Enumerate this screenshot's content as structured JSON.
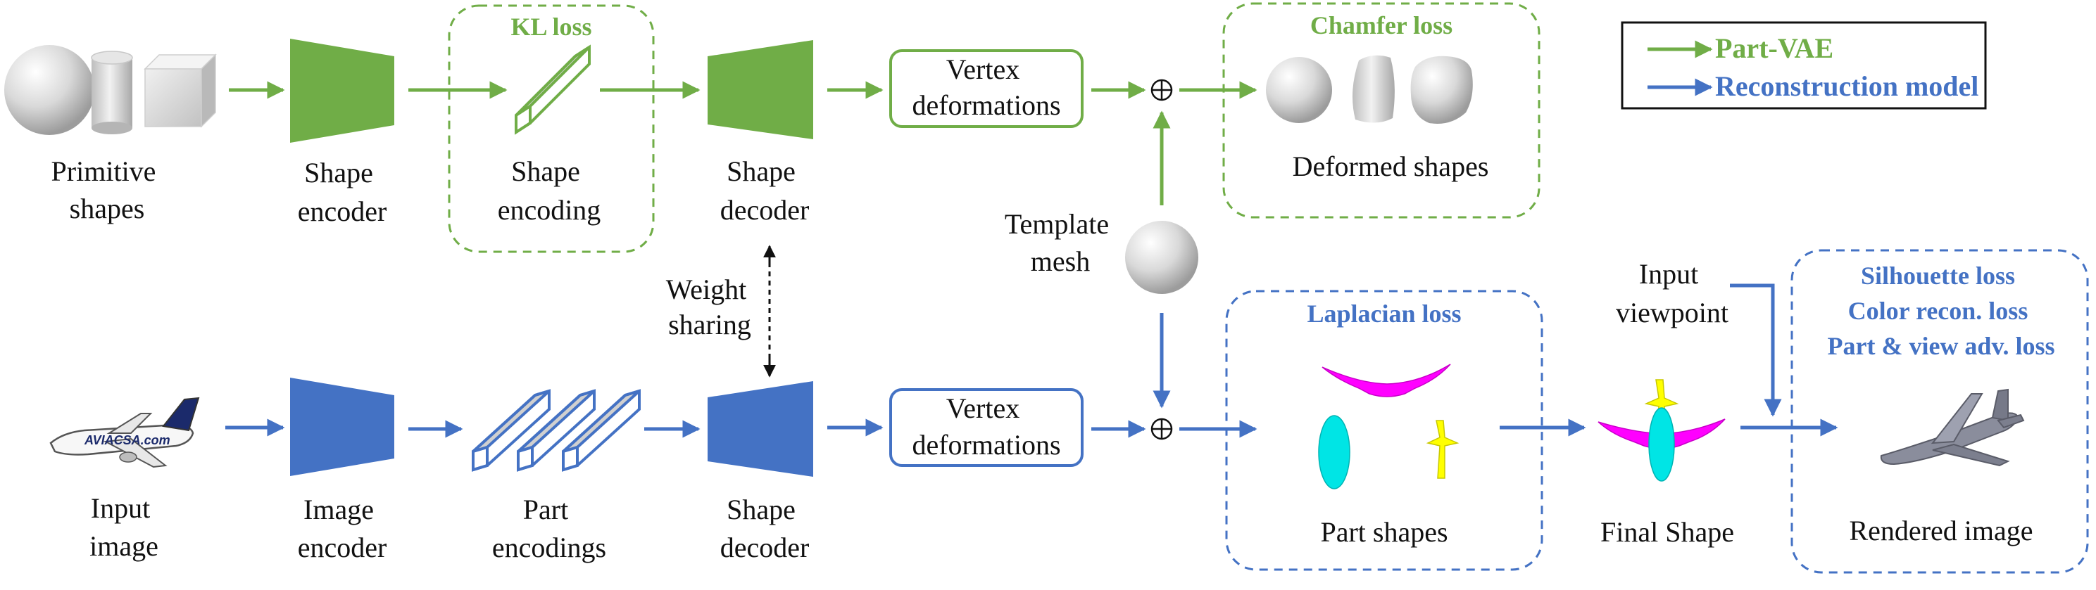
{
  "colors": {
    "green": "#70ad47",
    "blue": "#4472c4",
    "text": "#111111"
  },
  "legend": {
    "vae": "Part-VAE",
    "recon": "Reconstruction model"
  },
  "top": {
    "primitive": [
      "Primitive",
      "shapes"
    ],
    "encoder": [
      "Shape",
      "encoder"
    ],
    "encoding": [
      "Shape",
      "encoding"
    ],
    "decoder": [
      "Shape",
      "decoder"
    ],
    "vertex": [
      "Vertex",
      "deformations"
    ],
    "kl_loss": "KL loss",
    "chamfer_loss": "Chamfer loss",
    "deformed": "Deformed shapes"
  },
  "middle": {
    "template": [
      "Template",
      "mesh"
    ],
    "weight": [
      "Weight",
      "sharing"
    ],
    "viewpoint": [
      "Input",
      "viewpoint"
    ]
  },
  "bottom": {
    "input": [
      "Input",
      "image"
    ],
    "encoder": [
      "Image",
      "encoder"
    ],
    "encodings": [
      "Part",
      "encodings"
    ],
    "decoder": [
      "Shape",
      "decoder"
    ],
    "vertex": [
      "Vertex",
      "deformations"
    ],
    "laplacian_loss": "Laplacian loss",
    "part_shapes": "Part shapes",
    "final_shape": "Final Shape",
    "losses": [
      "Silhouette loss",
      "Color recon. loss",
      "Part & view adv. loss"
    ],
    "rendered": "Rendered image",
    "airline_logo": "AVIACSA.com"
  }
}
